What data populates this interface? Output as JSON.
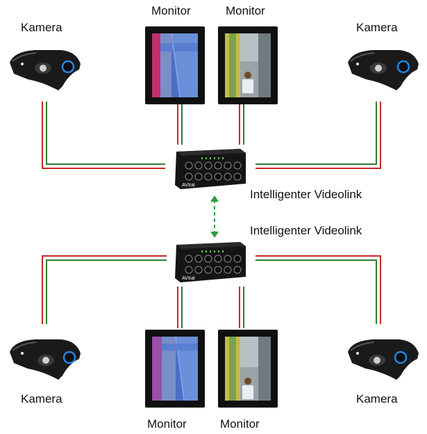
{
  "labels": {
    "kamera": "Kamera",
    "monitor": "Monitor",
    "videolink_top": "Intelligenter Videolink",
    "videolink_bottom": "Intelligenter Videolink",
    "device_brand": "AVIral"
  },
  "colors": {
    "wire_red": "#c62828",
    "wire_green": "#2e7d32",
    "link_dashed": "#2e9e3e",
    "device_body": "#151515",
    "camera_led": "#1e88e5"
  },
  "icons": {
    "camera": "dome-camera-icon",
    "monitor": "monitor-icon",
    "videolink": "video-switch-device-icon",
    "link_arrow": "double-arrow-icon"
  }
}
